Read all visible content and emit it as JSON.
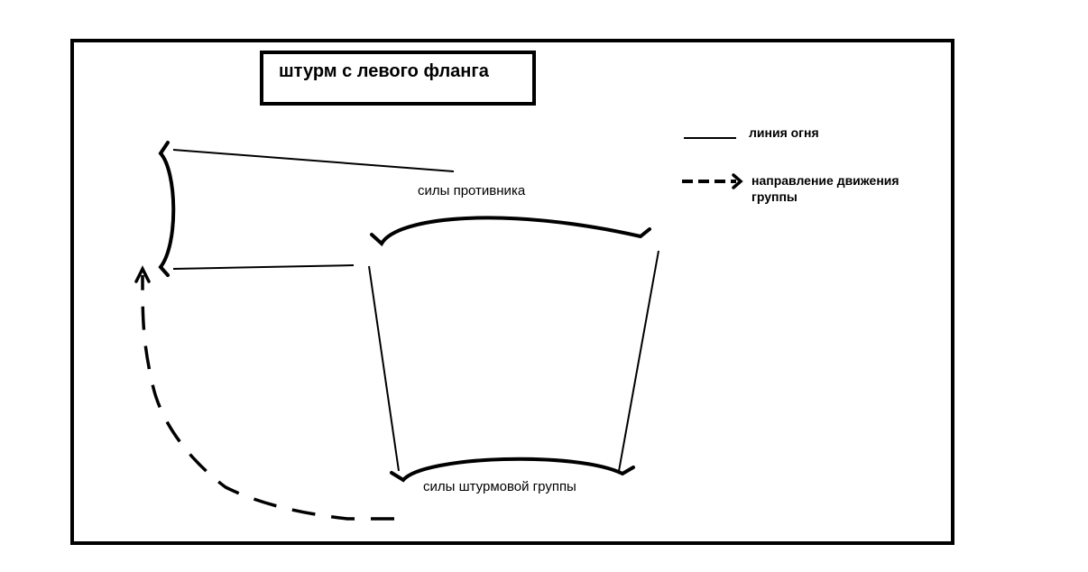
{
  "diagram": {
    "title": "штурм с левого фланга",
    "labels": {
      "enemy_forces": "силы противника",
      "assault_group_forces": "силы штурмовой группы"
    },
    "legend": {
      "fire_line": "линия огня",
      "movement_direction_line1": "направление движения",
      "movement_direction_line2": "группы"
    }
  },
  "colors": {
    "ink": "#000000",
    "background": "#ffffff"
  }
}
